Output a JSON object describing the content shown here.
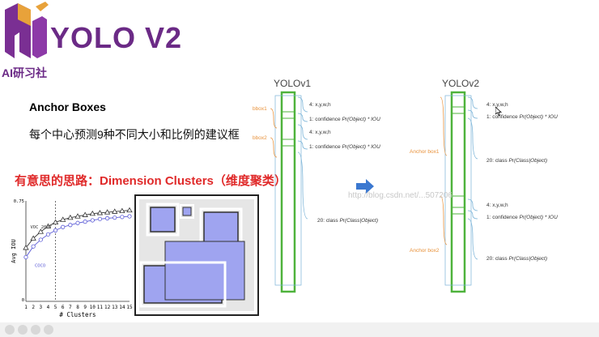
{
  "slide": {
    "title": "YOLO V2",
    "brand": "AI研习社",
    "anchor_title": "Anchor Boxes",
    "anchor_desc": "每个中心预测9种不同大小和比例的建议框",
    "dimension_head": "有意思的思路：Dimension Clusters（维度聚类）",
    "watermark": "http://blog.csdn.net/...507206"
  },
  "yolov1": {
    "label": "YOLOv1",
    "bbox1": "bbox1",
    "bbox2": "bbox2",
    "a1": "4: x,y,w,h",
    "a2": "1: confidence",
    "a2f": "Pr(Object) * IOU",
    "a3": "4: x,y,w,h",
    "a4": "1: confidence",
    "a4f": "Pr(Object) * IOU",
    "a5": "20: class",
    "a5f": "Pr(Class|Object)"
  },
  "yolov2": {
    "label": "YOLOv2",
    "anchor1": "Anchor box1",
    "anchor2": "Anchor box2",
    "b1": "4: x,y,w,h",
    "b2": "1: confidence",
    "b2f": "Pr(Object) * IOU",
    "b3": "20: class",
    "b3f": "Pr(Class|Object)",
    "b4": "4: x,y,w,h",
    "b5": "1: confidence",
    "b5f": "Pr(Object) * IOU",
    "b6": "20: class",
    "b6f": "Pr(Class|Object)"
  },
  "chart_data": {
    "type": "line",
    "xlabel": "# Clusters",
    "ylabel": "Avg IOU",
    "ylim": [
      0,
      0.75
    ],
    "yticks": [
      "0",
      "0.75"
    ],
    "x": [
      1,
      2,
      3,
      4,
      5,
      6,
      7,
      8,
      9,
      10,
      11,
      12,
      13,
      14,
      15
    ],
    "series": [
      {
        "name": "VOC 2007",
        "marker": "triangle",
        "color": "#333333",
        "values": [
          0.4,
          0.47,
          0.52,
          0.56,
          0.59,
          0.61,
          0.625,
          0.635,
          0.645,
          0.655,
          0.66,
          0.665,
          0.67,
          0.675,
          0.68
        ]
      },
      {
        "name": "COCO",
        "marker": "circle",
        "color": "#5b5bd6",
        "values": [
          0.33,
          0.41,
          0.46,
          0.5,
          0.53,
          0.555,
          0.57,
          0.585,
          0.595,
          0.605,
          0.615,
          0.62,
          0.625,
          0.63,
          0.635
        ]
      }
    ]
  },
  "ui": {
    "arrow_color": "#3b78d0",
    "green": "#4fb33c",
    "orange": "#e8913a"
  }
}
